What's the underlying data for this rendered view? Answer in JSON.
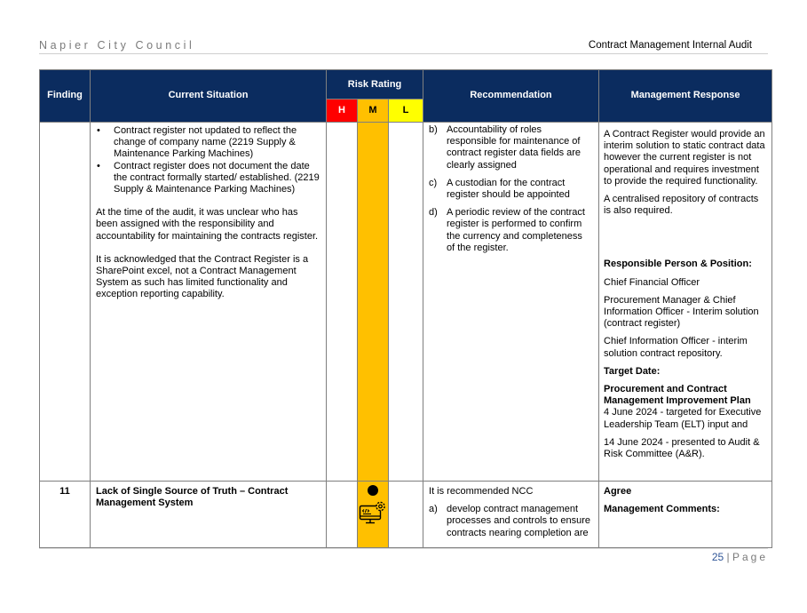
{
  "header": {
    "org": "Napier City Council",
    "doc": "Contract Management Internal Audit"
  },
  "table": {
    "headers": {
      "finding": "Finding",
      "situation": "Current Situation",
      "risk": "Risk Rating",
      "h": "H",
      "m": "M",
      "l": "L",
      "recommendation": "Recommendation",
      "response": "Management Response"
    },
    "row1": {
      "situation": {
        "bullets": [
          "Contract register not updated to reflect the change of company name (2219 Supply & Maintenance Parking Machines)",
          "Contract register does not document the date the contract formally started/ established. (2219 Supply & Maintenance Parking Machines)"
        ],
        "para1": "At the time of the audit, it was unclear who has been assigned with the responsibility and accountability for maintaining the contracts register.",
        "para2": "It is acknowledged that the Contract Register is a SharePoint excel, not a Contract Management System as such has limited functionality and exception reporting capability."
      },
      "recommendations": [
        {
          "label": "b)",
          "text": "Accountability of roles responsible for maintenance of contract register data fields are clearly assigned"
        },
        {
          "label": "c)",
          "text": "A custodian for the contract register should be appointed"
        },
        {
          "label": "d)",
          "text": "A periodic review of the contract register is performed  to confirm the currency and completeness of the register."
        }
      ],
      "response": {
        "p1": "A Contract Register would provide an interim solution to static contract data however the current register is not operational and requires investment to provide the required functionality.",
        "p2": "A centralised repository of contracts is also required.",
        "resp_heading": "Responsible Person & Position:",
        "resp1": "Chief Financial Officer",
        "resp2": "Procurement Manager & Chief Information Officer - Interim solution (contract register)",
        "resp3": "Chief Information Officer - interim solution contract repository.",
        "target_heading": "Target Date:",
        "target_bold": "Procurement and Contract Management Improvement Plan",
        "target1": "4 June 2024 - targeted for Executive Leadership Team (ELT) input and",
        "target2": "14 June 2024 - presented to Audit & Risk Committee (A&R)."
      }
    },
    "row2": {
      "finding": "11",
      "situation_title": "Lack of Single Source of Truth – Contract Management System",
      "rec_intro": "It is recommended NCC",
      "rec_a_label": "a)",
      "rec_a_text": "develop contract management processes and controls to ensure contracts nearing completion are",
      "response_agree": "Agree",
      "response_comments": "Management Comments:"
    }
  },
  "footer": {
    "page": "25",
    "sep": " | ",
    "label": "Page"
  }
}
